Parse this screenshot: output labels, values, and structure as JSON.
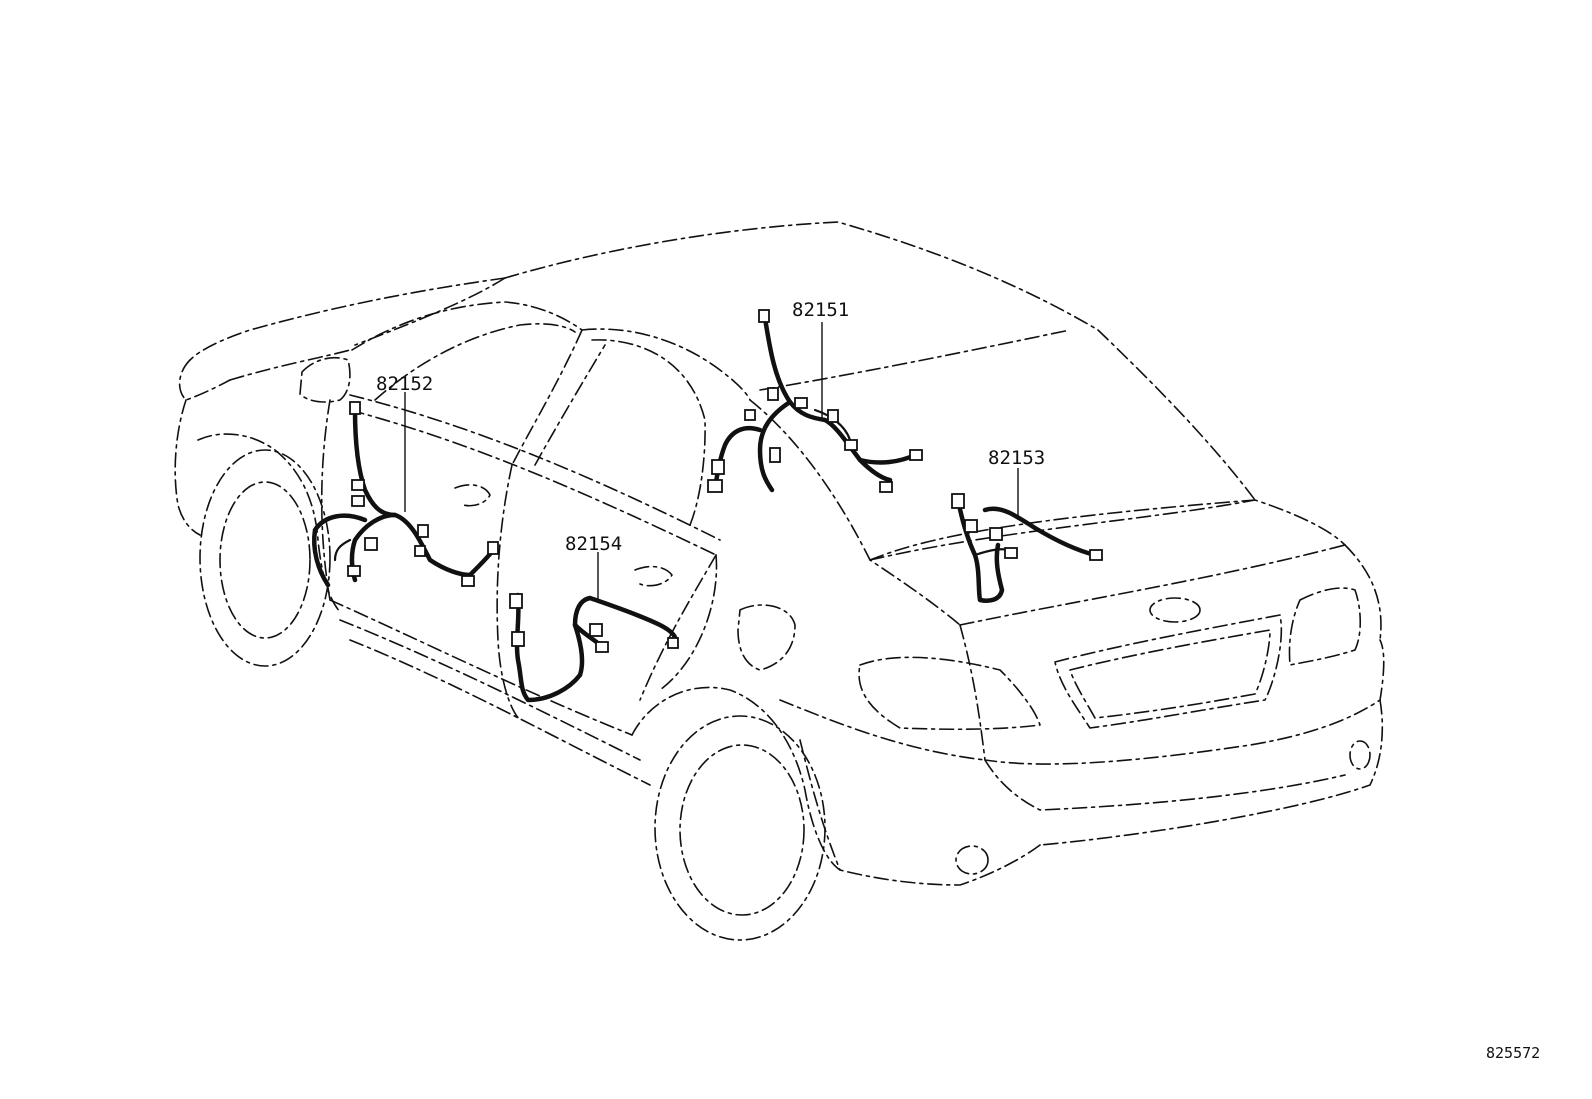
{
  "diagram": {
    "callouts": [
      {
        "id": "callout-82151",
        "text": "82151"
      },
      {
        "id": "callout-82152",
        "text": "82152"
      },
      {
        "id": "callout-82153",
        "text": "82153"
      },
      {
        "id": "callout-82154",
        "text": "82154"
      }
    ],
    "figure_number": "825572"
  }
}
